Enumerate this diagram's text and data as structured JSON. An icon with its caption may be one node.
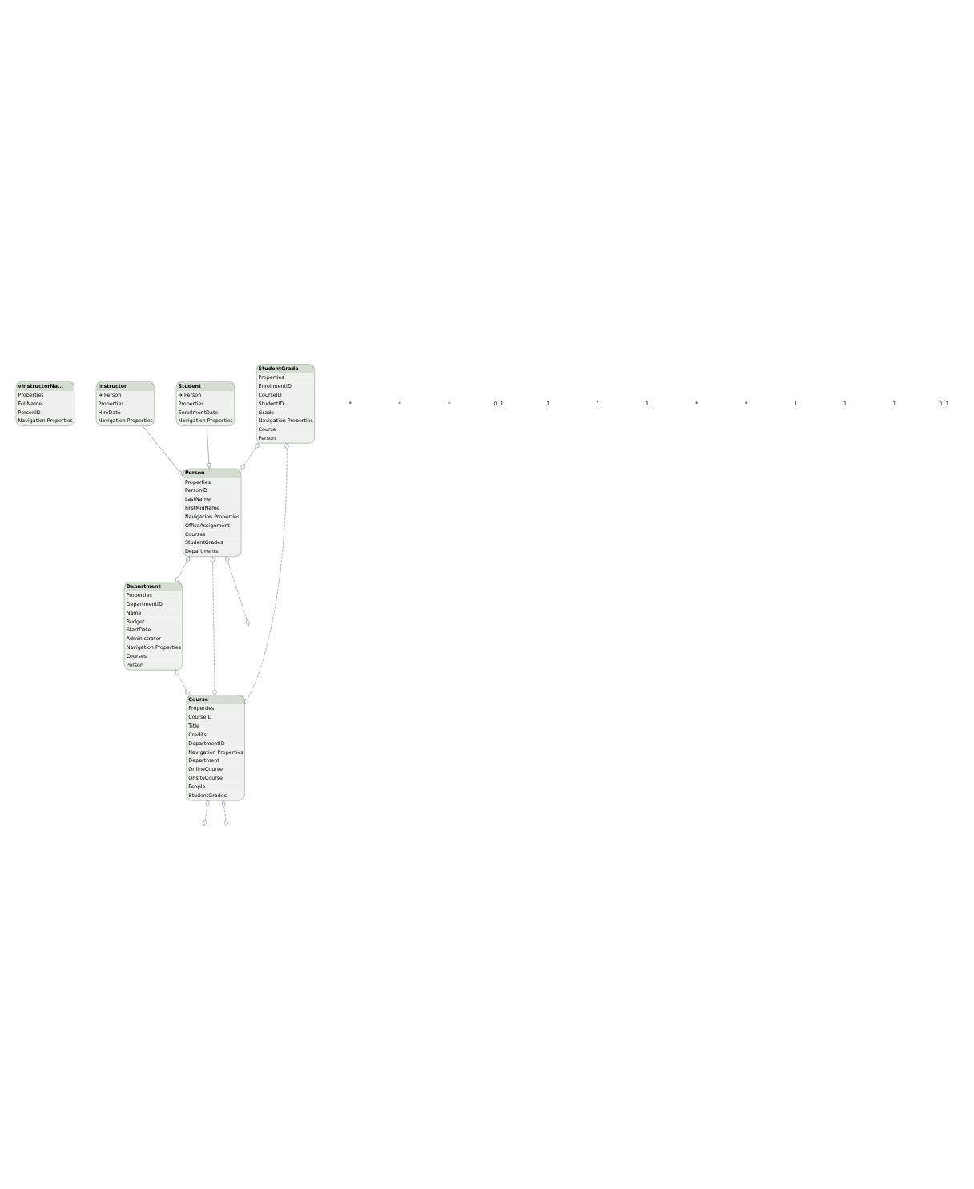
{
  "diagram": {
    "nodes": [
      {
        "text": [
          "vInstructorNa...",
          "Properties",
          "FullName",
          "PersonID",
          "Navigation Properties"
        ]
      },
      {
        "text": [
          "StudentGrade",
          "Properties",
          "EnrollmentID",
          "CourseID",
          "StudentID",
          "Grade",
          "Navigation Properties",
          "Course",
          "Person"
        ]
      },
      {
        "text": [
          "Instructor",
          "➔ Person",
          "Properties",
          "HireDate",
          "Navigation Properties"
        ]
      },
      {
        "text": [
          "Department",
          "Properties",
          "DepartmentID",
          "Name",
          "Budget",
          "StartDate",
          "Administrator",
          "Navigation Properties",
          "Courses",
          "Person"
        ]
      },
      {
        "text": [
          "Person",
          "Properties",
          "PersonID",
          "LastName",
          "FirstMidName",
          "Navigation Properties",
          "OfficeAssignment",
          "Courses",
          "StudentGrades",
          "Departments"
        ]
      },
      {
        "text": [
          "Student",
          "➔ Person",
          "Properties",
          "EnrollmentDate",
          "Navigation Properties"
        ]
      },
      {
        "text": [
          "Course",
          "Properties",
          "CourseID",
          "Title",
          "Credits",
          "DepartmentID",
          "Navigation Properties",
          "Department",
          "OnlineCourse",
          "OnsiteCourse",
          "People",
          "StudentGrades"
        ]
      }
    ],
    "edges": [
      {
        "from": 2,
        "to": 4,
        "arrow": "to"
      },
      {
        "from": 5,
        "to": 4,
        "arrow": "to"
      },
      {
        "from": 1,
        "to": 4,
        "arrow": "other",
        "style": "dashed"
      },
      {
        "from": 1,
        "to": 6,
        "arrow": "other",
        "style": "dashed"
      },
      {
        "from": 4,
        "to": 3,
        "arrow": "other",
        "style": "dashed"
      },
      {
        "from": 3,
        "to": 6,
        "arrow": "other",
        "style": "dashed"
      },
      {
        "from": 4,
        "to": 6,
        "arrow": "other",
        "style": "dashed"
      },
      {
        "from": 4,
        "to": null,
        "arrow": "other",
        "style": "dashed"
      },
      {
        "from": 6,
        "to": null,
        "arrow": "other",
        "style": "dashed"
      },
      {
        "from": 6,
        "to": null,
        "arrow": "other",
        "style": "dashed"
      }
    ],
    "labels": [
      "*",
      "*",
      "*",
      "0..1",
      "1",
      "1",
      "1",
      "*",
      "*",
      "1",
      "1",
      "1",
      "0..1"
    ]
  }
}
